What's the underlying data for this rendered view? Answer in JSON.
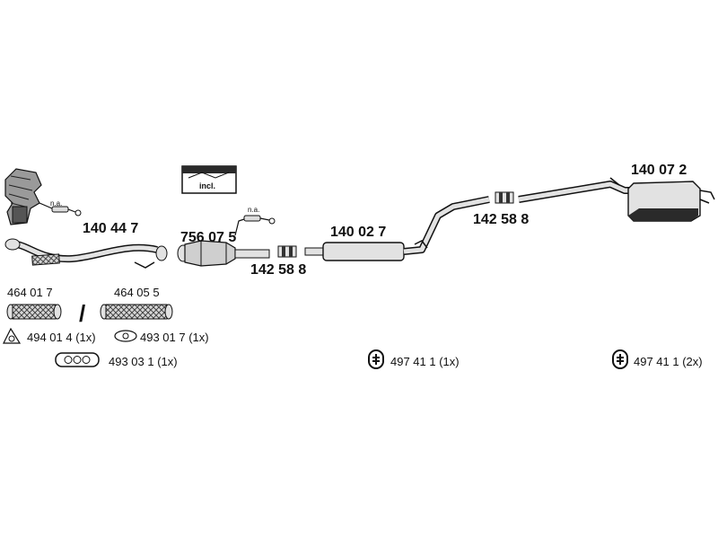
{
  "parts": {
    "p1": "140 44 7",
    "p2": "756 07 5",
    "p3": "142 58 8",
    "p4": "140 02 7",
    "p5": "142 58 8",
    "p6": "140 07 2",
    "p7": "464 01 7",
    "p8": "464 05 5"
  },
  "notes": {
    "na1": "n.a.",
    "na2": "n.a.",
    "incl": "incl.",
    "slash": "/"
  },
  "fittings": {
    "f1": "494 01 4 (1x)",
    "f2": "493 01 7 (1x)",
    "f3": "493 03 1 (1x)",
    "f4": "497 41 1 (1x)",
    "f5": "497 41 1 (2x)"
  },
  "colors": {
    "ink": "#111111",
    "part_fill": "#e2e2e2",
    "dark_fill": "#3a3a3a"
  }
}
